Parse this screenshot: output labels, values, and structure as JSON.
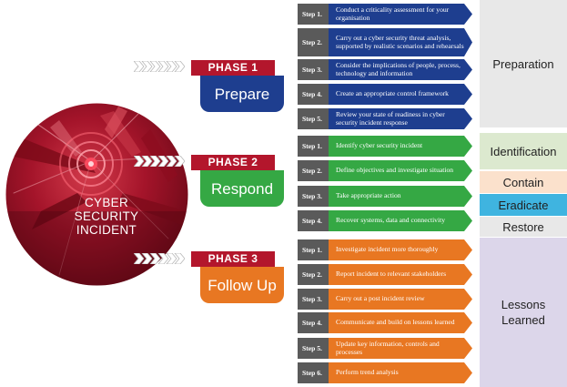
{
  "circle": {
    "line1": "CYBER",
    "line2": "SECURITY",
    "line3": "INCIDENT"
  },
  "colors": {
    "tag_red": "#b3162c",
    "prepare_blue": "#1e3e8f",
    "respond_green": "#35a844",
    "followup_orange": "#e87722",
    "step_num_dark": "#5a5a5a",
    "prep_bg": "#e8e8e8",
    "ident_bg": "#dce9cf",
    "contain_bg": "#fbe1cc",
    "eradicate_bg": "#3fb4e0",
    "restore_bg": "#e8e8e8",
    "lessons_bg": "#dcd6ea"
  },
  "phases": [
    {
      "tag": "PHASE 1",
      "name": "Prepare",
      "steps": [
        {
          "num": "Step 1.",
          "text": "Conduct a criticality assessment for your organisation"
        },
        {
          "num": "Step 2.",
          "text": "Carry out a cyber security threat analysis, supported by realistic scenarios and rehearsals"
        },
        {
          "num": "Step 3.",
          "text": "Consider the implications of people, process, technology and information"
        },
        {
          "num": "Step 4.",
          "text": "Create an appropriate control framework"
        },
        {
          "num": "Step 5.",
          "text": "Review your state of readiness in cyber security incident response"
        }
      ]
    },
    {
      "tag": "PHASE 2",
      "name": "Respond",
      "steps": [
        {
          "num": "Step 1.",
          "text": "Identify cyber security incident"
        },
        {
          "num": "Step 2.",
          "text": "Define objectives and investigate situation"
        },
        {
          "num": "Step 3.",
          "text": "Take appropriate action"
        },
        {
          "num": "Step 4.",
          "text": "Recover systems, data and connectivity"
        }
      ]
    },
    {
      "tag": "PHASE 3",
      "name": "Follow Up",
      "steps": [
        {
          "num": "Step 1.",
          "text": "Investigate incident more thoroughly"
        },
        {
          "num": "Step 2.",
          "text": "Report incident to relevant stakeholders"
        },
        {
          "num": "Step 3.",
          "text": "Carry out a post incident review"
        },
        {
          "num": "Step 4.",
          "text": "Communicate and build on lessons learned"
        },
        {
          "num": "Step 5.",
          "text": "Update key information, controls and processes"
        },
        {
          "num": "Step 6.",
          "text": "Perform trend analysis"
        }
      ]
    }
  ],
  "side_labels": {
    "preparation": "Preparation",
    "identification": "Identification",
    "contain": "Contain",
    "eradicate": "Eradicate",
    "restore": "Restore",
    "lessons_1": "Lessons",
    "lessons_2": "Learned"
  }
}
